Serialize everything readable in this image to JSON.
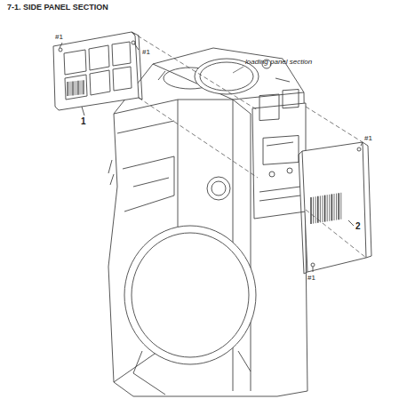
{
  "diagram": {
    "title": "7-1. SIDE PANEL SECTION",
    "labels": [
      "#1",
      "#1",
      "1",
      "loading panel section",
      "#1",
      "2",
      "#1"
    ]
  }
}
